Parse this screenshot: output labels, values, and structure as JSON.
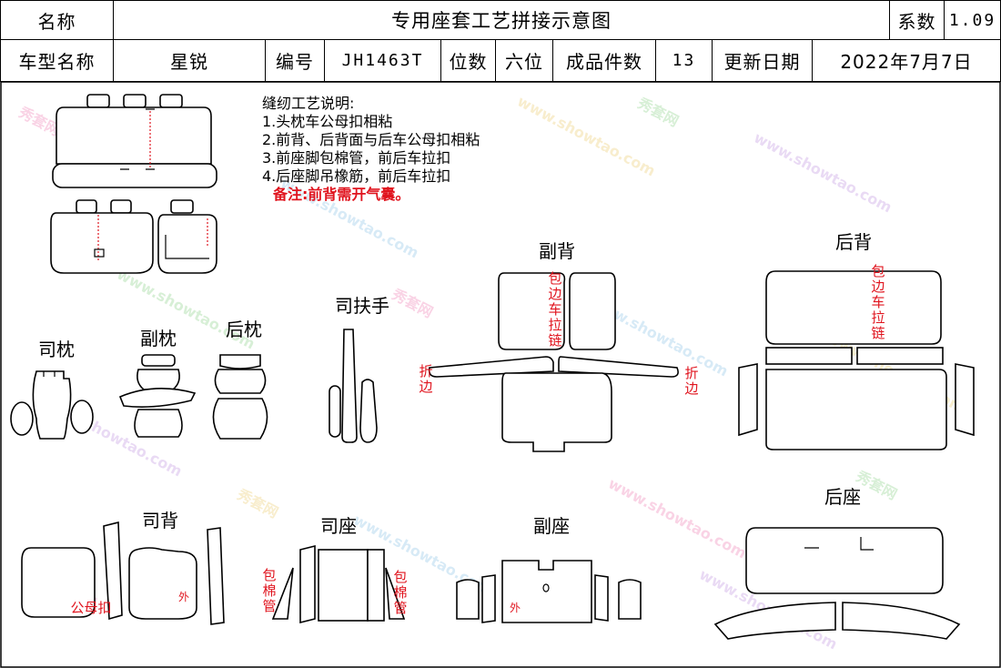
{
  "header": {
    "name_label": "名称",
    "title": "专用座套工艺拼接示意图",
    "coef_label": "系数",
    "coef_value": "1.09",
    "model_label": "车型名称",
    "model_value": "星锐",
    "code_label": "编号",
    "code_value": "JH1463T",
    "seats_label": "位数",
    "seats_value": "六位",
    "pieces_label": "成品件数",
    "pieces_value": "13",
    "update_label": "更新日期",
    "update_value": "2022年7月7日"
  },
  "notes": {
    "heading": "缝纫工艺说明:",
    "items": [
      "1.头枕车公母扣相粘",
      "2.前背、后背面与后车公母扣相粘",
      "3.前座脚包棉管，前后车拉扣",
      "4.后座脚吊橡筋，前后车拉扣"
    ],
    "remark": "备注:前背需开气囊。"
  },
  "part_labels": {
    "driver_headrest": "司枕",
    "passenger_headrest": "副枕",
    "rear_headrest": "后枕",
    "driver_armrest": "司扶手",
    "passenger_back": "副背",
    "rear_back": "后背",
    "driver_back": "司背",
    "driver_seat": "司座",
    "passenger_seat": "副座",
    "rear_seat": "后座"
  },
  "annotations": {
    "wrap_zipper": "包边车拉链",
    "fold_edge": "折边",
    "snap_button": "公母扣",
    "outer": "外",
    "cotton_pipe": "包棉管"
  },
  "watermark": {
    "brand": "秀套网",
    "url": "www.showtao.com"
  },
  "colors": {
    "accent_red": "#e0141e",
    "line": "#000000"
  }
}
